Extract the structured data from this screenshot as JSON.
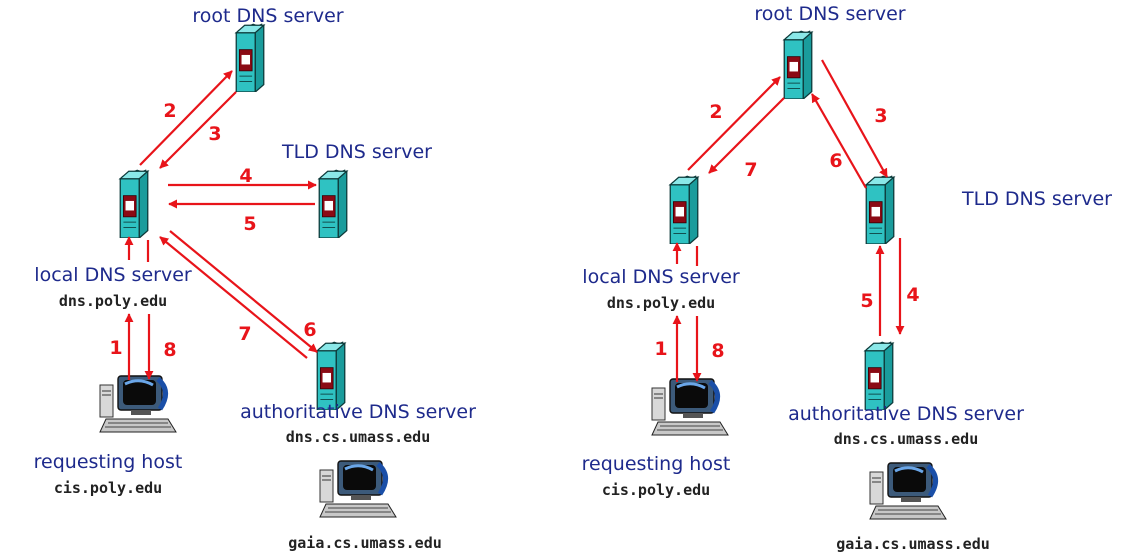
{
  "colors": {
    "arrow": "#e8141a",
    "label": "#1e2a8c",
    "server_body": "#2fc2c2",
    "server_panel": "#8b0a14"
  },
  "left": {
    "root_label": "root DNS server",
    "tld_label": "TLD DNS server",
    "local_label": "local DNS server",
    "local_host": "dns.poly.edu",
    "auth_label": "authoritative DNS server",
    "auth_host": "dns.cs.umass.edu",
    "req_label": "requesting host",
    "req_host": "cis.poly.edu",
    "target_host": "gaia.cs.umass.edu",
    "steps": [
      "2",
      "3",
      "4",
      "5",
      "7",
      "6",
      "1",
      "8"
    ]
  },
  "right": {
    "root_label": "root DNS server",
    "tld_label": "TLD DNS server",
    "local_label": "local DNS server",
    "local_host": "dns.poly.edu",
    "auth_label": "authoritative DNS server",
    "auth_host": "dns.cs.umass.edu",
    "req_label": "requesting host",
    "req_host": "cis.poly.edu",
    "target_host": "gaia.cs.umass.edu",
    "steps": [
      "2",
      "7",
      "3",
      "6",
      "5",
      "4",
      "1",
      "8"
    ]
  }
}
